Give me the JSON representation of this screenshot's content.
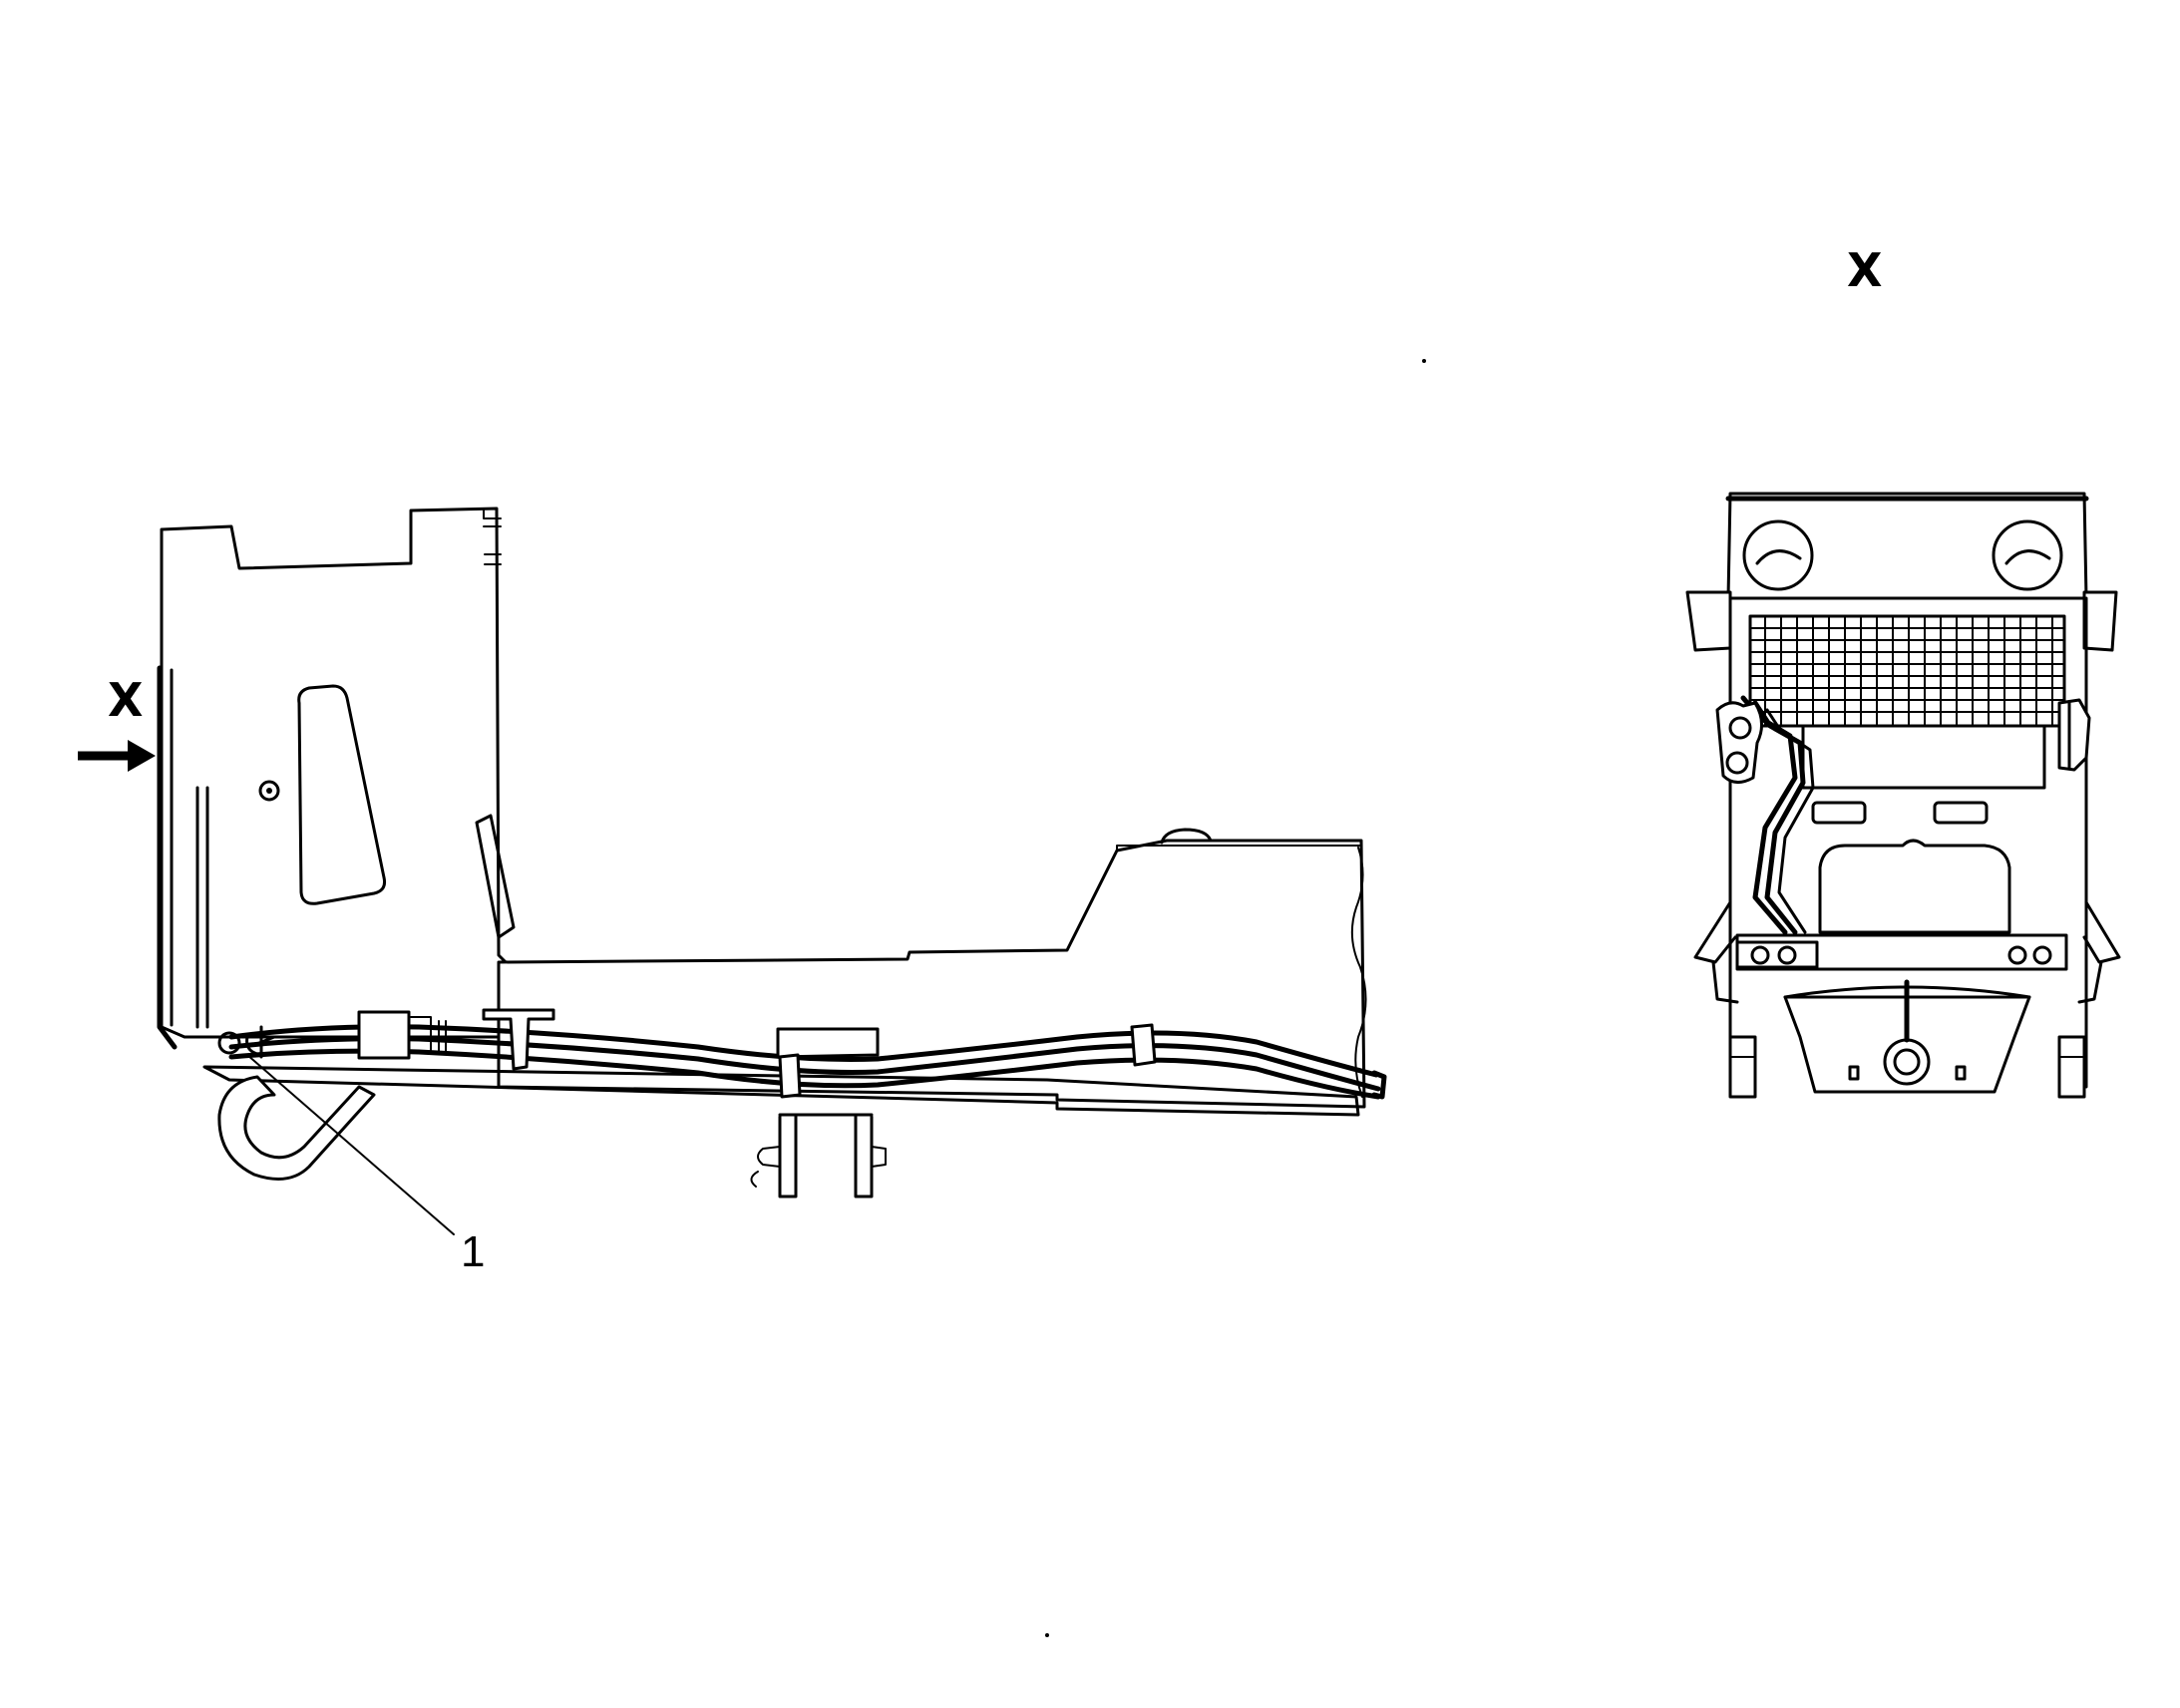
{
  "labels": {
    "side_view_direction": "X",
    "end_view_title": "X",
    "callout_1": "1"
  },
  "colors": {
    "ink": "#000000",
    "paper": "#ffffff"
  },
  "icons": {
    "view_direction": "arrow-right-icon"
  }
}
